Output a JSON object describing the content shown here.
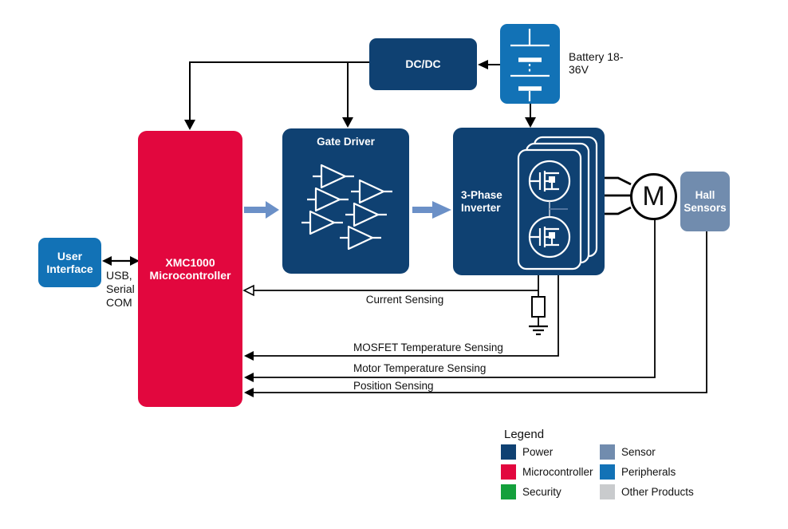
{
  "colors": {
    "power": "#0F4172",
    "microcontroller": "#E2073E",
    "security": "#14A03C",
    "sensor": "#718CAE",
    "peripherals": "#1272B6",
    "other_products": "#C9CBCD",
    "flow_arrow": "#6B90C7",
    "wire": "#000000"
  },
  "blocks": {
    "dcdc": "DC/DC",
    "battery_label": "Battery 18-36V",
    "gate_driver": "Gate Driver",
    "inverter": "3-Phase Inverter",
    "xmc": "XMC1000 Microcontroller",
    "user_interface": "User Interface",
    "hall_sensors": "Hall Sensors",
    "motor": "M"
  },
  "annotations": {
    "usb": "USB, Serial COM",
    "current_sensing": "Current Sensing",
    "mosfet_temp": "MOSFET Temperature Sensing",
    "motor_temp": "Motor Temperature Sensing",
    "position_sensing": "Position Sensing"
  },
  "legend": {
    "title": "Legend",
    "items": [
      {
        "label": "Power",
        "color": "#0F4172"
      },
      {
        "label": "Microcontroller",
        "color": "#E2073E"
      },
      {
        "label": "Security",
        "color": "#14A03C"
      },
      {
        "label": "Sensor",
        "color": "#718CAE"
      },
      {
        "label": "Peripherals",
        "color": "#1272B6"
      },
      {
        "label": "Other Products",
        "color": "#C9CBCD"
      }
    ]
  }
}
